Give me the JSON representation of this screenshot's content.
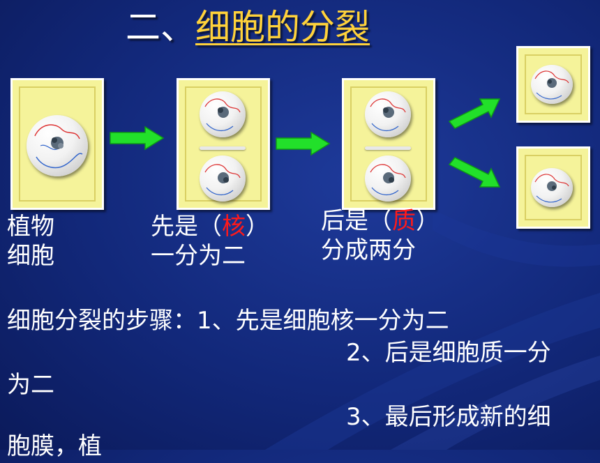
{
  "title": {
    "prefix": "二、",
    "highlight": "细胞的分裂"
  },
  "labels": {
    "plant_line1": "植物",
    "plant_line2": "细胞",
    "nucleus_pre": "先是（",
    "nucleus_key": "核",
    "nucleus_post": "）",
    "nucleus_line2": "一分为二",
    "cyto_pre": "后是（",
    "cyto_key": "质",
    "cyto_post": "）",
    "cyto_line2": "分成两分"
  },
  "steps": {
    "line1": "细胞分裂的步骤：1、先是细胞核一分为二",
    "line2": "2、后是细胞质一分",
    "line3": "为二",
    "line4": "3、最后形成新的细",
    "line5": "胞膜，植"
  },
  "colors": {
    "background": "#12287a",
    "cell": "#f5f39a",
    "title_highlight": "#ffd23a",
    "key_red": "#ff1a1a",
    "arrow": "#22e02a"
  }
}
